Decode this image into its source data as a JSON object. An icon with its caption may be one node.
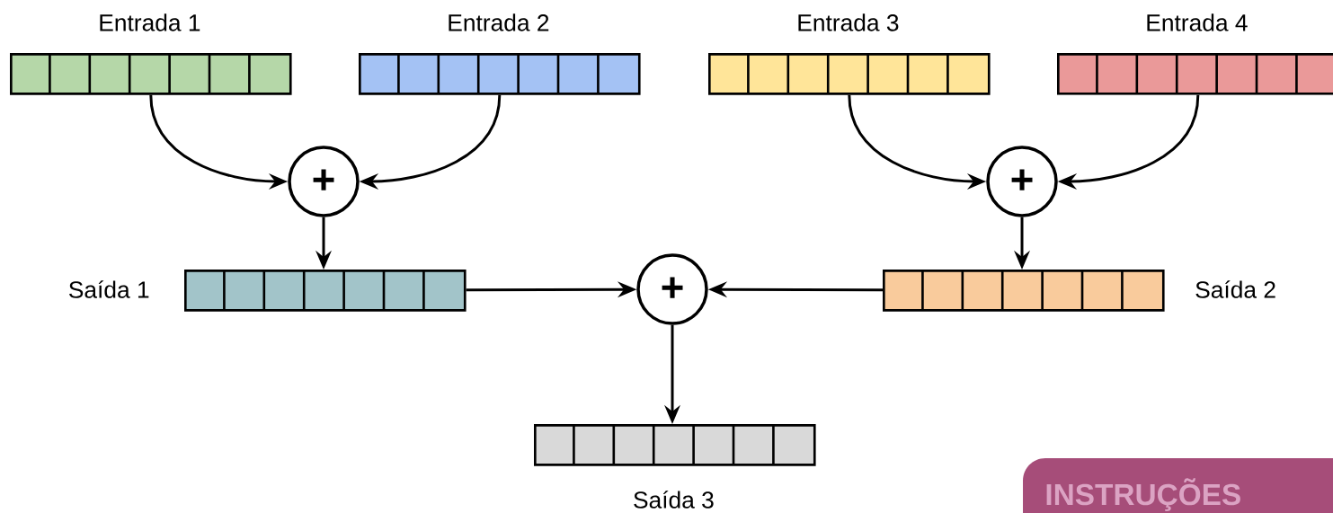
{
  "diagram": {
    "nodes": [
      {
        "text": [
          "Entrada 1"
        ]
      },
      {
        "text": [
          "Entrada 2"
        ]
      },
      {
        "text": [
          "Entrada 3"
        ]
      },
      {
        "text": [
          "Entrada 4"
        ]
      },
      {
        "text": [
          "+"
        ]
      },
      {
        "text": [
          "+"
        ]
      },
      {
        "text": [],
        "beside": [
          "Saída 1"
        ],
        "shape": "bar"
      },
      {
        "text": [
          "+"
        ]
      },
      {
        "text": [],
        "beside": [
          "Saída 2"
        ],
        "shape": "bar"
      },
      {
        "text": [],
        "beside": [
          "Saída 3"
        ],
        "shape": "bar"
      },
      {
        "text": [
          "INSTRUÇÕES"
        ]
      }
    ],
    "edges": [
      {
        "from": 0,
        "to": 4,
        "arrow": "to"
      },
      {
        "from": 1,
        "to": 4,
        "arrow": "to"
      },
      {
        "from": 2,
        "to": 5,
        "arrow": "to"
      },
      {
        "from": 3,
        "to": 5,
        "arrow": "to"
      },
      {
        "from": 4,
        "to": 6,
        "arrow": "to"
      },
      {
        "from": 5,
        "to": 8,
        "arrow": "to"
      },
      {
        "from": 6,
        "to": 7,
        "arrow": "to"
      },
      {
        "from": 8,
        "to": 7,
        "arrow": "to"
      },
      {
        "from": 7,
        "to": 9,
        "arrow": "to"
      }
    ]
  }
}
